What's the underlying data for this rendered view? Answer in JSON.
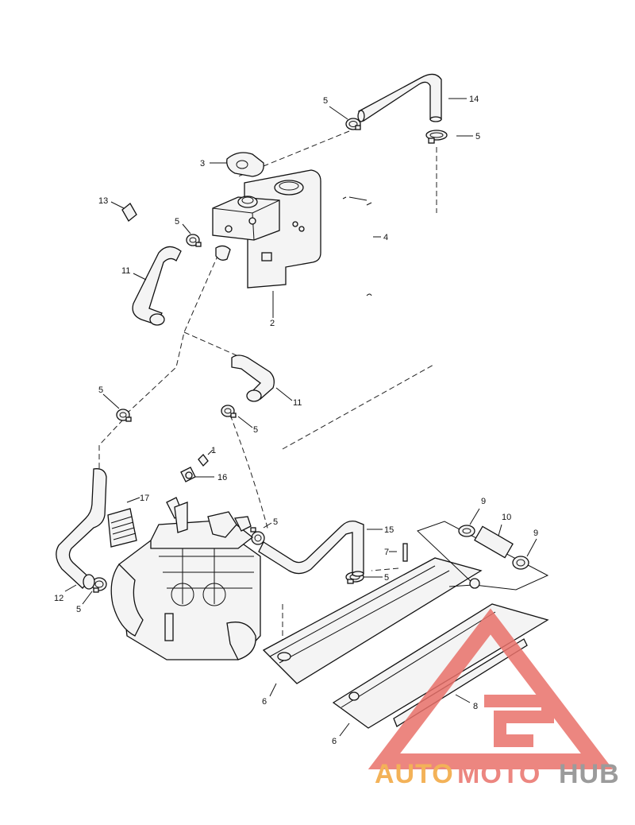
{
  "diagram": {
    "callouts": {
      "c1": "1",
      "c2": "2",
      "c3": "3",
      "c4": "4",
      "c5a": "5",
      "c5b": "5",
      "c5c": "5",
      "c5d": "5",
      "c5e": "5",
      "c5f": "5",
      "c5g": "5",
      "c5h": "5",
      "c6a": "6",
      "c6b": "6",
      "c7": "7",
      "c8": "8",
      "c9a": "9",
      "c9b": "9",
      "c10": "10",
      "c11a": "11",
      "c11b": "11",
      "c12": "12",
      "c13": "13",
      "c14": "14",
      "c15": "15",
      "c16": "16",
      "c17": "17"
    }
  },
  "watermark": {
    "word_auto": "AUTO",
    "word_moto": "MOTO",
    "word_hub": "HUB",
    "colors": {
      "red": "#e9716a",
      "orange": "#f2a53c",
      "gray": "#8a8a8a"
    }
  }
}
